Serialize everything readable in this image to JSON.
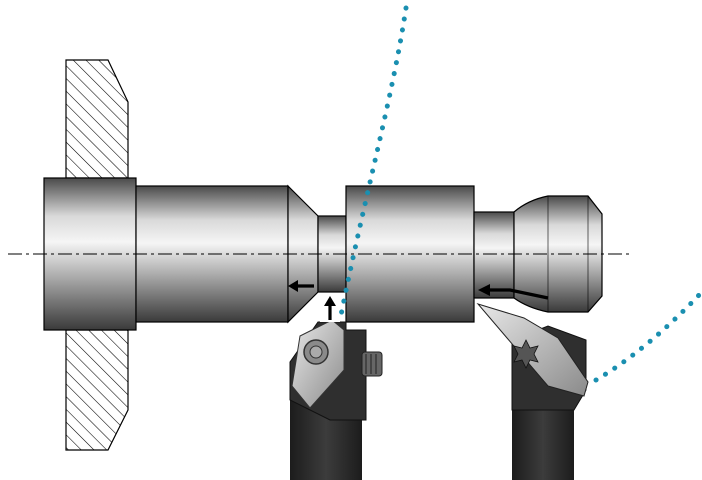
{
  "diagram": {
    "kind": "lathe turning operation",
    "components": [
      "chuck-jaw",
      "stepped-workpiece",
      "centerline",
      "grooving-tool",
      "turning-tool",
      "feed-arrows",
      "callout-lines"
    ],
    "colors": {
      "callout_dots": "#1a8fb0",
      "steel_dark": "#3a3a3a",
      "steel_light": "#f2f2f2",
      "tool_body": "#2b2b2b",
      "arrow": "#000000",
      "hatch": "#000000"
    },
    "feed_directions": {
      "grooving_tool_radial": "up",
      "grooving_tool_axial": "left",
      "turning_tool_axial": "left"
    }
  }
}
